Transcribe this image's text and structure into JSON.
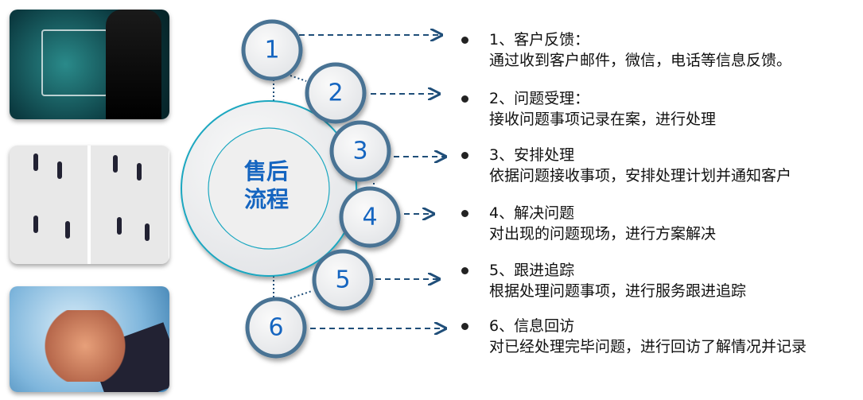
{
  "center_title": [
    "售后",
    "流程"
  ],
  "steps": [
    {
      "num": "1",
      "title": "1、客户反馈：",
      "desc": "通过收到客户邮件，微信，电话等信息反馈。"
    },
    {
      "num": "2",
      "title": "2、问题受理：",
      "desc": "接收问题事项记录在案，进行处理"
    },
    {
      "num": "3",
      "title": "3、安排处理",
      "desc": "依据问题接收事项，安排处理计划并通知客户"
    },
    {
      "num": "4",
      "title": "4、解决问题",
      "desc": "对出现的问题现场，进行方案解决"
    },
    {
      "num": "5",
      "title": "5、跟进追踪",
      "desc": "根据处理问题事项，进行服务跟进追踪"
    },
    {
      "num": "6",
      "title": "6、信息回访",
      "desc": "对已经处理完毕问题，进行回访了解情况并记录"
    }
  ],
  "colors": {
    "accent": "#1565c0",
    "ring": "#4a7394",
    "teal": "#1aa7c0",
    "line": "#1f4e79"
  }
}
